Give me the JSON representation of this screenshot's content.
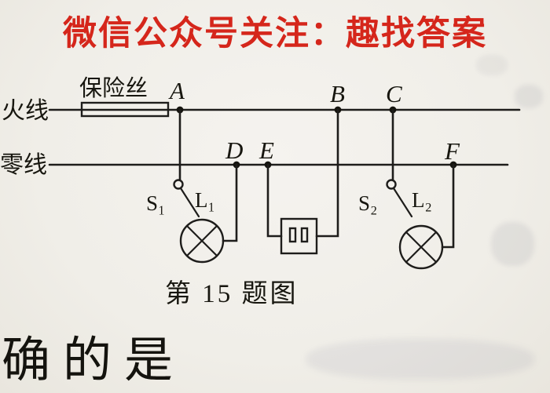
{
  "colors": {
    "title_red": "#d5261b",
    "ink": "#1e1d1b",
    "paper": "#f0eee8"
  },
  "header": {
    "title": "微信公众号关注：趣找答案"
  },
  "circuit": {
    "live_wire_label": "火线",
    "neutral_wire_label": "零线",
    "fuse_label": "保险丝",
    "nodes": {
      "a": "A",
      "b": "B",
      "c": "C",
      "d": "D",
      "e": "E",
      "f": "F"
    },
    "switch1_label": "S₁",
    "lamp1_label": "L₁",
    "switch2_label": "S₂",
    "lamp2_label": "L₂",
    "caption": "第 15 题图"
  },
  "question": {
    "partial_text": "确的是"
  }
}
